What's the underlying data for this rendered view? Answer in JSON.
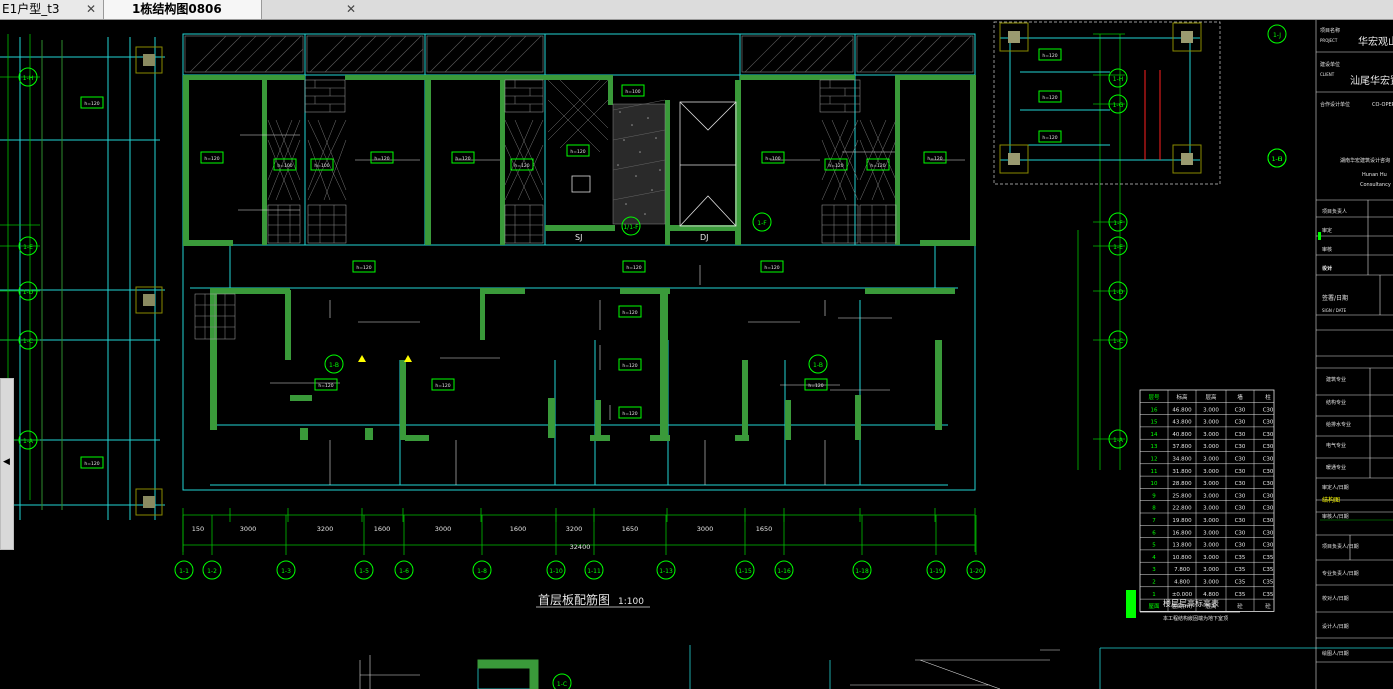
{
  "tabs": [
    {
      "label": "E1户型_t3",
      "close": "✕"
    },
    {
      "label": "1栋结构图0806",
      "close": "✕"
    }
  ],
  "side_panel": {
    "arrow": "◀"
  },
  "drawing": {
    "title": "首层板配筋图",
    "scale": "1:100",
    "total_dim": "32400",
    "dims_bottom": [
      "150",
      "3000",
      "3200",
      "1600",
      "3000",
      "1600",
      "3200",
      "1650",
      "3000",
      "1650"
    ],
    "grids_bottom": [
      "1-1",
      "1-2",
      "1-3",
      "1-5",
      "1-6",
      "1-8",
      "1-10",
      "1-11",
      "1-13",
      "1-15",
      "1-16",
      "1-18",
      "1-19",
      "1-20"
    ],
    "grids_right": [
      "1-J",
      "1-H",
      "1-G",
      "1-F",
      "1-E",
      "1-D",
      "1-C",
      "1-A"
    ],
    "grids_left": [
      "1-H",
      "1-E",
      "1-D",
      "1-C",
      "1-A"
    ],
    "misc_labels": [
      "SJ",
      "DJ",
      "1-F",
      "1-B",
      "1-B",
      "1-C",
      "1/1-F"
    ],
    "table_title": "楼层层高标高表",
    "table_sub": "本工程结构嵌固端为地下室顶",
    "table_header": [
      "层号",
      "标高",
      "层高",
      "墙",
      "柱"
    ],
    "table_rows": [
      [
        "16",
        "46.800",
        "3.000",
        "C30",
        "C30"
      ],
      [
        "15",
        "43.800",
        "3.000",
        "C30",
        "C30"
      ],
      [
        "14",
        "40.800",
        "3.000",
        "C30",
        "C30"
      ],
      [
        "13",
        "37.800",
        "3.000",
        "C30",
        "C30"
      ],
      [
        "12",
        "34.800",
        "3.000",
        "C30",
        "C30"
      ],
      [
        "11",
        "31.800",
        "3.000",
        "C30",
        "C30"
      ],
      [
        "10",
        "28.800",
        "3.000",
        "C30",
        "C30"
      ],
      [
        "9",
        "25.800",
        "3.000",
        "C30",
        "C30"
      ],
      [
        "8",
        "22.800",
        "3.000",
        "C30",
        "C30"
      ],
      [
        "7",
        "19.800",
        "3.000",
        "C30",
        "C30"
      ],
      [
        "6",
        "16.800",
        "3.000",
        "C30",
        "C30"
      ],
      [
        "5",
        "13.800",
        "3.000",
        "C30",
        "C30"
      ],
      [
        "4",
        "10.800",
        "3.000",
        "C35",
        "C35"
      ],
      [
        "3",
        "7.800",
        "3.000",
        "C35",
        "C35"
      ],
      [
        "2",
        "4.800",
        "3.000",
        "C35",
        "C35"
      ],
      [
        "1",
        "±0.000",
        "4.800",
        "C35",
        "C35"
      ]
    ],
    "table_footer": [
      "屋面",
      "层高(m)",
      "层高",
      "砼",
      "砼"
    ],
    "slab_labels": [
      "h=120",
      "h=100",
      "h=100",
      "h=120",
      "h=120",
      "h=120",
      "h=120",
      "h=100",
      "h=100",
      "h=120",
      "h=120",
      "h=120",
      "h=120",
      "h=120",
      "h=120",
      "h=120",
      "h=120",
      "h=120",
      "h=120",
      "h=120",
      "h=120",
      "h=120",
      "h=120"
    ],
    "title_block": {
      "project_label": "项目名称",
      "project_label_en": "PROJECT",
      "project_value": "华宏观山",
      "client_label": "建设单位",
      "client_label_en": "CLIENT",
      "client_value": "汕尾华宏置",
      "cooperation_label": "合作设计单位",
      "cooperation_value": "CO-OPER",
      "company_cn": "湖南华宏建筑设计咨询",
      "company_en1": "Hunan Hu",
      "company_en2": "Consultancy",
      "rows": [
        "项目负责人",
        "审定",
        "审核",
        "校对",
        "设计"
      ],
      "seal_label": "签署/日期",
      "seal_en": "SIGN / DATE",
      "discipline_rows": [
        "建筑专业",
        "结构专业",
        "给排水专业",
        "电气专业",
        "暖通专业"
      ],
      "approval_rows": [
        "审定人/日期",
        "审核人/日期",
        "项目负责人/日期",
        "专业负责人/日期",
        "校对人/日期",
        "设计人/日期",
        "绘图人/日期"
      ],
      "stamp_text": "结构图"
    }
  },
  "colors": {
    "bg": "#000000",
    "green": "#00ff00",
    "cyan": "#22d3d3",
    "wall": "#3a9a3a",
    "white": "#e6e6e6",
    "yellow": "#ffff00"
  }
}
